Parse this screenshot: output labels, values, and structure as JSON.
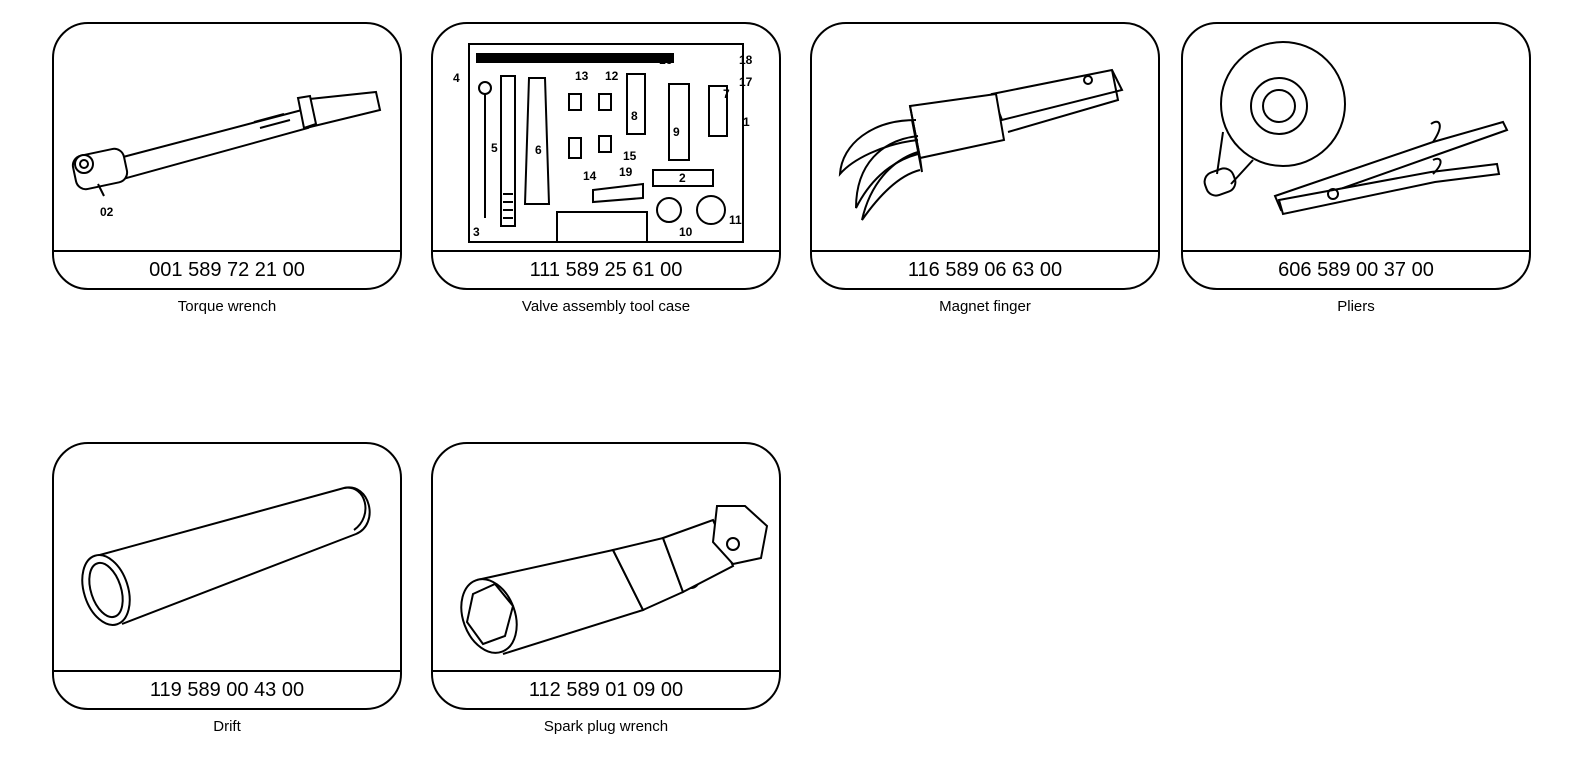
{
  "tools": [
    {
      "part_number": "001 589 72 21 00",
      "name": "Torque wrench",
      "callouts": [
        "02"
      ]
    },
    {
      "part_number": "111 589 25 61 00",
      "name": "Valve assembly tool case",
      "callouts": [
        "4",
        "13",
        "12",
        "16",
        "18",
        "17",
        "7",
        "1",
        "5",
        "6",
        "8",
        "9",
        "14",
        "15",
        "19",
        "2",
        "3",
        "10",
        "11"
      ]
    },
    {
      "part_number": "116 589 06 63 00",
      "name": "Magnet finger"
    },
    {
      "part_number": "606 589 00 37 00",
      "name": "Pliers"
    },
    {
      "part_number": "119 589 00 43 00",
      "name": "Drift"
    },
    {
      "part_number": "112 589 01 09 00",
      "name": "Spark plug wrench"
    }
  ],
  "icons": [
    "torque-wrench-illustration",
    "valve-tool-case-illustration",
    "magnet-finger-illustration",
    "pliers-illustration",
    "drift-illustration",
    "spark-plug-wrench-illustration"
  ]
}
